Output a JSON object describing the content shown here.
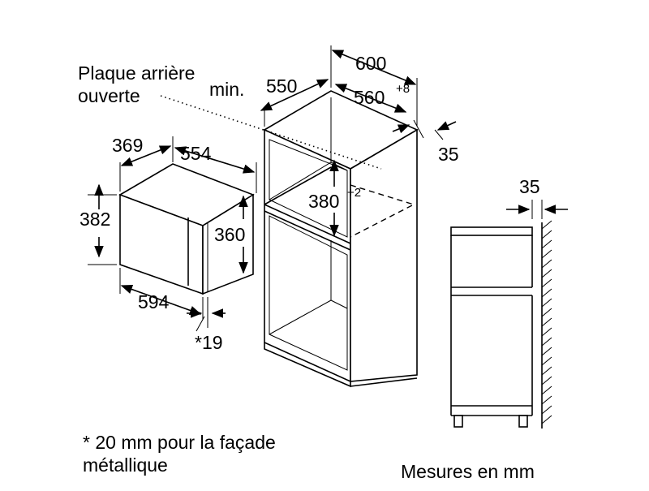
{
  "labels": {
    "back_panel_line1": "Plaque arrière",
    "back_panel_line2": "ouverte",
    "min_label": "min.",
    "dim_550": "550",
    "dim_600": "600",
    "dim_560": "560",
    "dim_560_sup": "+8",
    "dim_35_right": "35",
    "dim_369": "369",
    "dim_554": "554",
    "dim_382": "382",
    "dim_360": "360",
    "dim_380": "380",
    "dim_380_sup": "+2",
    "dim_594": "594",
    "dim_19": "*19",
    "dim_35_side": "35",
    "footnote_line1": "* 20 mm pour la façade",
    "footnote_line2": "métallique",
    "units_note": "Mesures en mm"
  }
}
